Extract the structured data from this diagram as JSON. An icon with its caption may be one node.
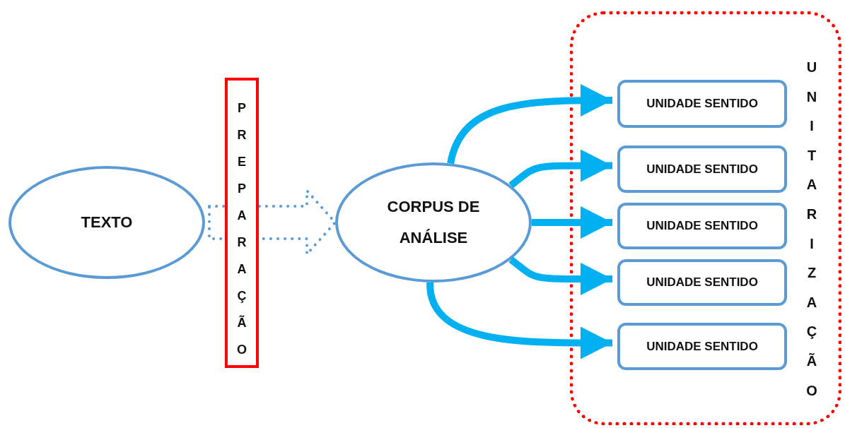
{
  "diagram": {
    "nodes": [
      {
        "text": [
          "TEXTO"
        ]
      },
      {
        "text": [
          "PREPARAÇÃO"
        ]
      },
      {
        "text": [
          "CORPUS DE ANÁLISE"
        ]
      },
      {
        "text": [
          "UNITARIZAÇÃO"
        ]
      },
      {
        "text": [
          "UNIDADE SENTIDO"
        ],
        "in": 3
      },
      {
        "text": [
          "UNIDADE SENTIDO"
        ],
        "in": 3
      },
      {
        "text": [
          "UNIDADE SENTIDO"
        ],
        "in": 3
      },
      {
        "text": [
          "UNIDADE SENTIDO"
        ],
        "in": 3
      },
      {
        "text": [
          "UNIDADE SENTIDO"
        ],
        "in": 3
      }
    ],
    "edges": [
      {
        "from": 0,
        "to": 2,
        "arrow": "to",
        "style": "dashed",
        "color": "#5b9bd5"
      },
      {
        "from": 2,
        "to": 4,
        "arrow": "to"
      },
      {
        "from": 2,
        "to": 5,
        "arrow": "to"
      },
      {
        "from": 2,
        "to": 6,
        "arrow": "to"
      },
      {
        "from": 2,
        "to": 7,
        "arrow": "to"
      },
      {
        "from": 2,
        "to": 8,
        "arrow": "to"
      }
    ]
  }
}
